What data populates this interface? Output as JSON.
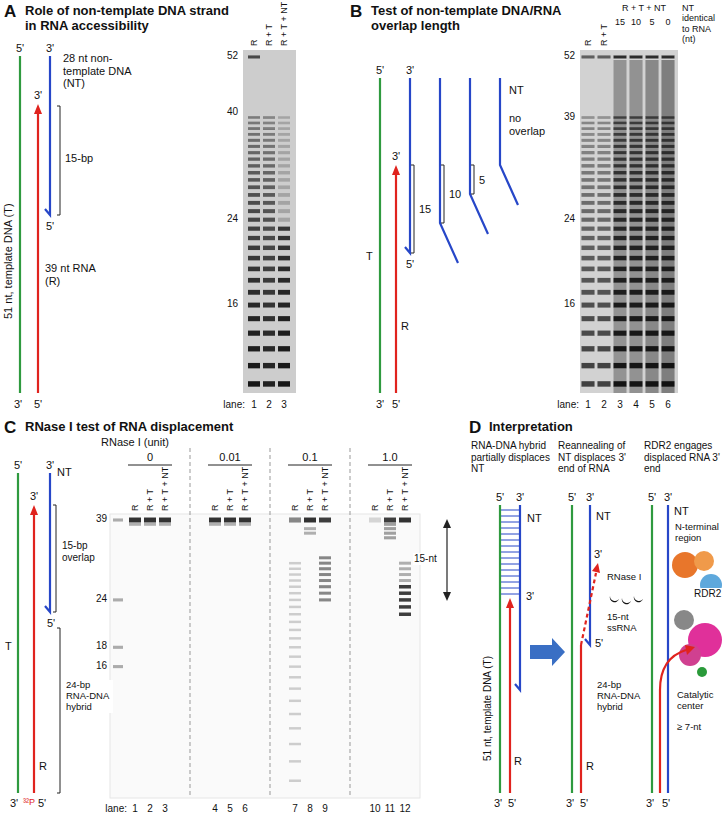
{
  "diagram": {
    "labels": [
      "A",
      "Role of non-template DNA strand in RNA accessibility",
      "5'",
      "3'",
      "28 nt non-template DNA (NT)",
      "3'",
      "15-bp",
      "5'",
      "51 nt, template DNA (T)",
      "39 nt RNA (R)",
      "3'",
      "5'",
      "R",
      "R + T",
      "R + T + NT",
      "52",
      "40",
      "24",
      "16",
      "lane:",
      "1",
      "2",
      "3",
      "B",
      "Test of non-template DNA/RNA overlap length",
      "5'",
      "3'",
      "NT",
      "3'",
      "15",
      "10",
      "5",
      "no overlap",
      "T",
      "5'",
      "R",
      "3'",
      "5'",
      "R",
      "R + T",
      "R + T + NT",
      "15",
      "10",
      "5",
      "0",
      "NT identical to RNA (nt)",
      "52",
      "39",
      "24",
      "16",
      "lane:",
      "1",
      "2",
      "3",
      "4",
      "5",
      "6",
      "C",
      "RNase I test of RNA displacement",
      "RNase I (unit)",
      "0",
      "0.01",
      "0.1",
      "1.0",
      "R",
      "R + T",
      "R + T + NT",
      "R",
      "R + T",
      "R + T + NT",
      "R",
      "R + T",
      "R + T + NT",
      "R",
      "R + T",
      "R + T + NT",
      "39",
      "24",
      "18",
      "16",
      "15-nt",
      "lane:",
      "1",
      "2",
      "3",
      "4",
      "5",
      "6",
      "7",
      "8",
      "9",
      "10",
      "11",
      "12",
      "5'",
      "3'",
      "NT",
      "3'",
      "15-bp overlap",
      "T",
      "5'",
      "24-bp RNA-DNA hybrid",
      "R",
      "3'",
      "³²P",
      "5'",
      "D",
      "Interpretation",
      "RNA-DNA hybrid partially displaces NT",
      "Reannealing of NT displaces 3' end of RNA",
      "RDR2 engages displaced RNA 3' end",
      "5'",
      "3'",
      "NT",
      "3'",
      "51 nt, template DNA (T)",
      "R",
      "3'",
      "5'",
      "5'",
      "3'",
      "NT",
      "RNase I",
      "3'",
      "15-nt ssRNA",
      "5'",
      "24-bp RNA-DNA hybrid",
      "R",
      "3'",
      "5'",
      "5'",
      "3'",
      "NT",
      "N-terminal region",
      "RDR2",
      "Catalytic center",
      "≥ 7-nt",
      "3'",
      "5'"
    ]
  }
}
